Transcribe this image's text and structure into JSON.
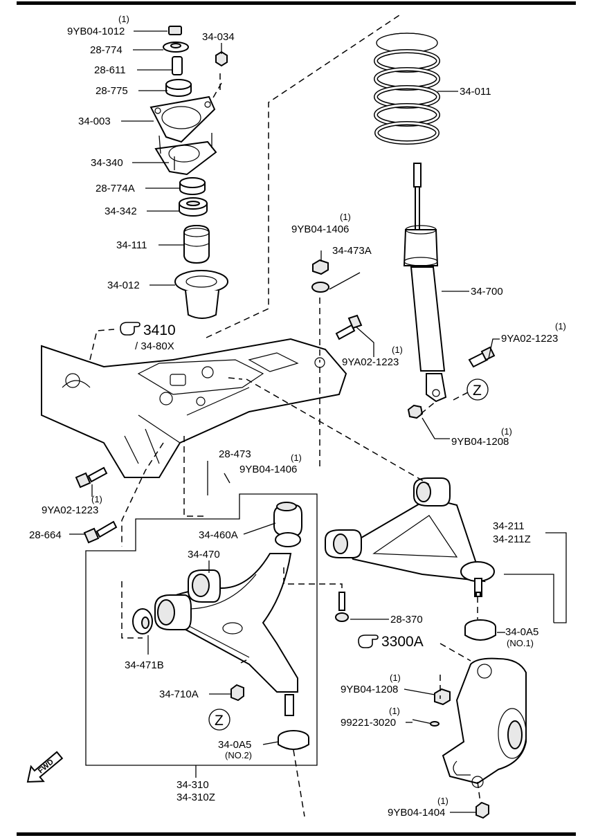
{
  "labels": {
    "l_9YB04_1012": {
      "qty": "(1)",
      "text": "9YB04-1012"
    },
    "l_28_774": {
      "text": "28-774"
    },
    "l_28_611": {
      "text": "28-611"
    },
    "l_28_775": {
      "text": "28-775"
    },
    "l_34_003": {
      "text": "34-003"
    },
    "l_34_034": {
      "text": "34-034"
    },
    "l_34_340": {
      "text": "34-340"
    },
    "l_28_774A": {
      "text": "28-774A"
    },
    "l_34_342": {
      "text": "34-342"
    },
    "l_34_111": {
      "text": "34-111"
    },
    "l_34_012": {
      "text": "34-012"
    },
    "l_34_011": {
      "text": "34-011"
    },
    "l_9YB04_1406a": {
      "qty": "(1)",
      "text": "9YB04-1406"
    },
    "l_34_473A": {
      "text": "34-473A"
    },
    "l_34_700": {
      "text": "34-700"
    },
    "l_3410": {
      "text": "3410"
    },
    "l_34_80X": {
      "text": "/ 34-80X"
    },
    "l_9YA02_1223a": {
      "qty": "(1)",
      "text": "9YA02-1223"
    },
    "l_9YA02_1223b": {
      "qty": "(1)",
      "text": "9YA02-1223"
    },
    "l_Z_top": {
      "text": "Z"
    },
    "l_9YB04_1208a": {
      "qty": "(1)",
      "text": "9YB04-1208"
    },
    "l_28_473": {
      "text": "28-473"
    },
    "l_9YB04_1406b": {
      "qty": "(1)",
      "text": "9YB04-1406"
    },
    "l_9YA02_1223c": {
      "qty": "(1)",
      "text": "9YA02-1223"
    },
    "l_28_664": {
      "text": "28-664"
    },
    "l_34_460A": {
      "text": "34-460A"
    },
    "l_34_470": {
      "text": "34-470"
    },
    "l_34_211": {
      "text": "34-211"
    },
    "l_34_211Z": {
      "text": "34-211Z"
    },
    "l_28_370": {
      "text": "28-370"
    },
    "l_34_0A5_1": {
      "text": "34-0A5",
      "sub": "(NO.1)"
    },
    "l_3300A": {
      "text": "3300A"
    },
    "l_34_471B": {
      "text": "34-471B"
    },
    "l_9YB04_1208b": {
      "qty": "(1)",
      "text": "9YB04-1208"
    },
    "l_34_710A": {
      "text": "34-710A"
    },
    "l_99221_3020": {
      "qty": "(1)",
      "text": "99221-3020"
    },
    "l_Z_bottom": {
      "text": "Z"
    },
    "l_34_0A5_2": {
      "text": "34-0A5",
      "sub": "(NO.2)"
    },
    "l_34_310": {
      "text": "34-310"
    },
    "l_34_310Z": {
      "text": "34-310Z"
    },
    "l_9YB04_1404": {
      "qty": "(1)",
      "text": "9YB04-1404"
    },
    "l_FWD": {
      "text": "FWD"
    }
  },
  "icons": [
    "pointing-hand-icon",
    "fwd-arrow-icon"
  ]
}
